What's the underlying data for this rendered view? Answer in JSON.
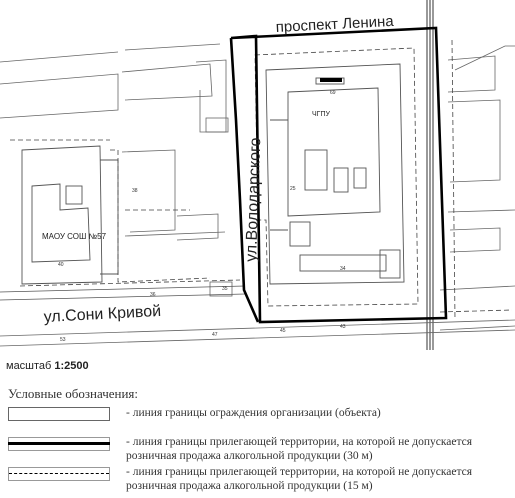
{
  "map": {
    "street_lenina": "проспект Ленина",
    "street_volodarskogo": "ул.Володарского",
    "street_soni_krivoy": "ул.Сони Кривой",
    "school_label": "МАОУ СОШ №57",
    "object_label": "ЧГПУ",
    "building_numbers": {
      "n69": "69",
      "n40": "40",
      "n34": "34",
      "n36": "36",
      "n35": "35",
      "n38": "38",
      "n43": "43",
      "n45": "45",
      "n47": "47",
      "n25": "25",
      "n53": "53"
    }
  },
  "scale": {
    "prefix": "масштаб",
    "value": "1:2500"
  },
  "legend": {
    "title": "Условные обозначения:",
    "items": [
      {
        "text": "- линия границы ограждения организации (объекта)"
      },
      {
        "text": "- линия границы прилегающей территории, на которой не допускается розничная продажа алкогольной продукции (30 м)"
      },
      {
        "text": "- линия границы прилегающей территории, на которой не допускается розничная продажа алкогольной продукции (15 м)"
      }
    ]
  },
  "colors": {
    "boundary_30m": "#000000",
    "building_outline": "#555555",
    "dashed_lines": "#444444"
  }
}
